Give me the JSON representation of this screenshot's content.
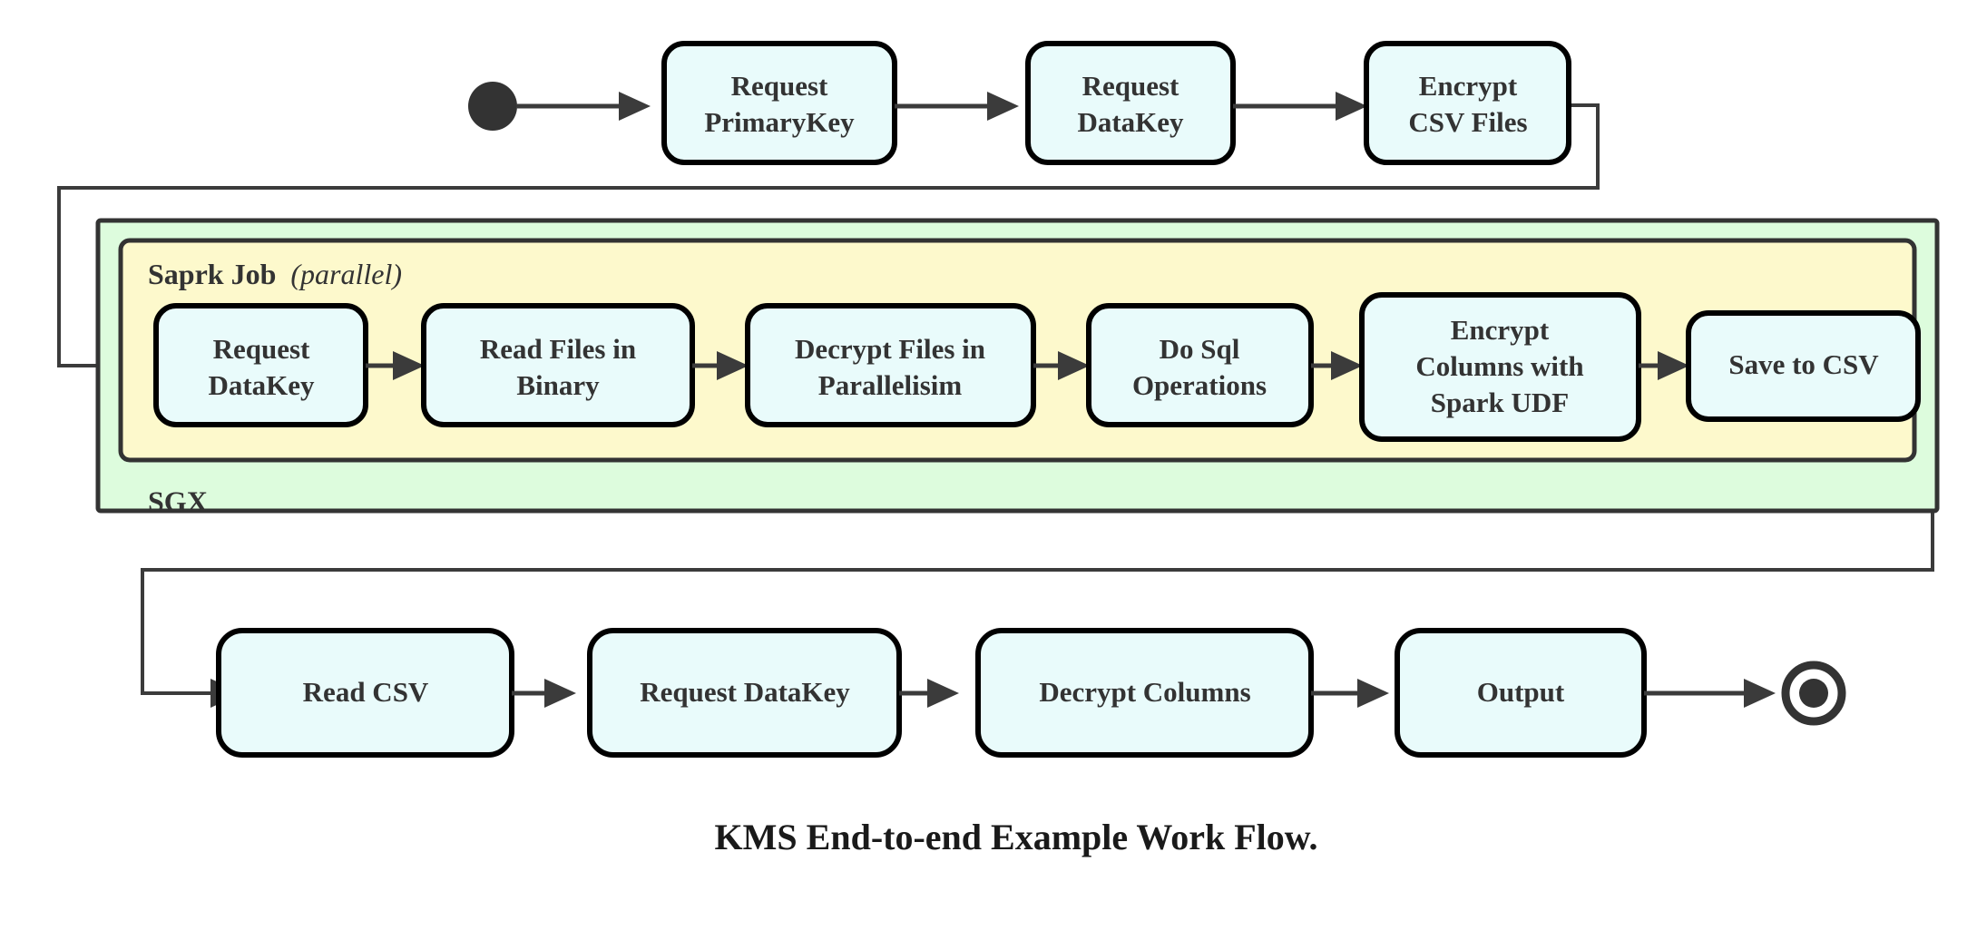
{
  "caption": "KMS End-to-end Example Work Flow.",
  "colors": {
    "node_fill": "#e9fbfb",
    "node_stroke": "#000000",
    "sgx_fill": "#ddfcdd",
    "spark_fill": "#fdf9cc",
    "edge": "#3b3b3b",
    "text": "#333333"
  },
  "groups": {
    "sgx": {
      "label": "SGX"
    },
    "spark": {
      "label": "Saprk Job",
      "modifier": "(parallel)",
      "modifier_italic_text": "parallel"
    }
  },
  "nodes": {
    "start": {
      "name": "start-node",
      "label": ""
    },
    "end": {
      "name": "end-node",
      "label": ""
    },
    "top_row": [
      {
        "id": "request-primarykey",
        "lines": [
          "Request",
          "PrimaryKey"
        ]
      },
      {
        "id": "request-datakey-top",
        "lines": [
          "Request",
          "DataKey"
        ]
      },
      {
        "id": "encrypt-csv-files",
        "lines": [
          "Encrypt",
          "CSV Files"
        ]
      }
    ],
    "spark_row": [
      {
        "id": "request-datakey-spark",
        "lines": [
          "Request",
          "DataKey"
        ]
      },
      {
        "id": "read-files-in-binary",
        "lines": [
          "Read Files in",
          "Binary"
        ]
      },
      {
        "id": "decrypt-files-in-parallelisim",
        "lines": [
          "Decrypt Files in",
          "Parallelisim"
        ]
      },
      {
        "id": "do-sql-operations",
        "lines": [
          "Do Sql",
          "Operations"
        ]
      },
      {
        "id": "encrypt-columns-with-spark-udf",
        "lines": [
          "Encrypt",
          "Columns with",
          "Spark UDF"
        ]
      },
      {
        "id": "save-to-csv",
        "lines": [
          "Save to CSV"
        ]
      }
    ],
    "bottom_row": [
      {
        "id": "read-csv",
        "lines": [
          "Read CSV"
        ]
      },
      {
        "id": "request-datakey-bottom",
        "lines": [
          "Request DataKey"
        ]
      },
      {
        "id": "decrypt-columns",
        "lines": [
          "Decrypt Columns"
        ]
      },
      {
        "id": "output",
        "lines": [
          "Output"
        ]
      }
    ]
  }
}
